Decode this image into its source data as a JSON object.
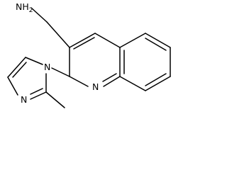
{
  "molecule": {
    "atoms": {
      "amine_main": "NH",
      "amine_sub": "2",
      "quinoline_n": "N",
      "imidazole_n1": "N",
      "imidazole_n3": "N"
    },
    "colors": {
      "bond": "#000000",
      "text": "#000000",
      "background": "#ffffff"
    }
  }
}
